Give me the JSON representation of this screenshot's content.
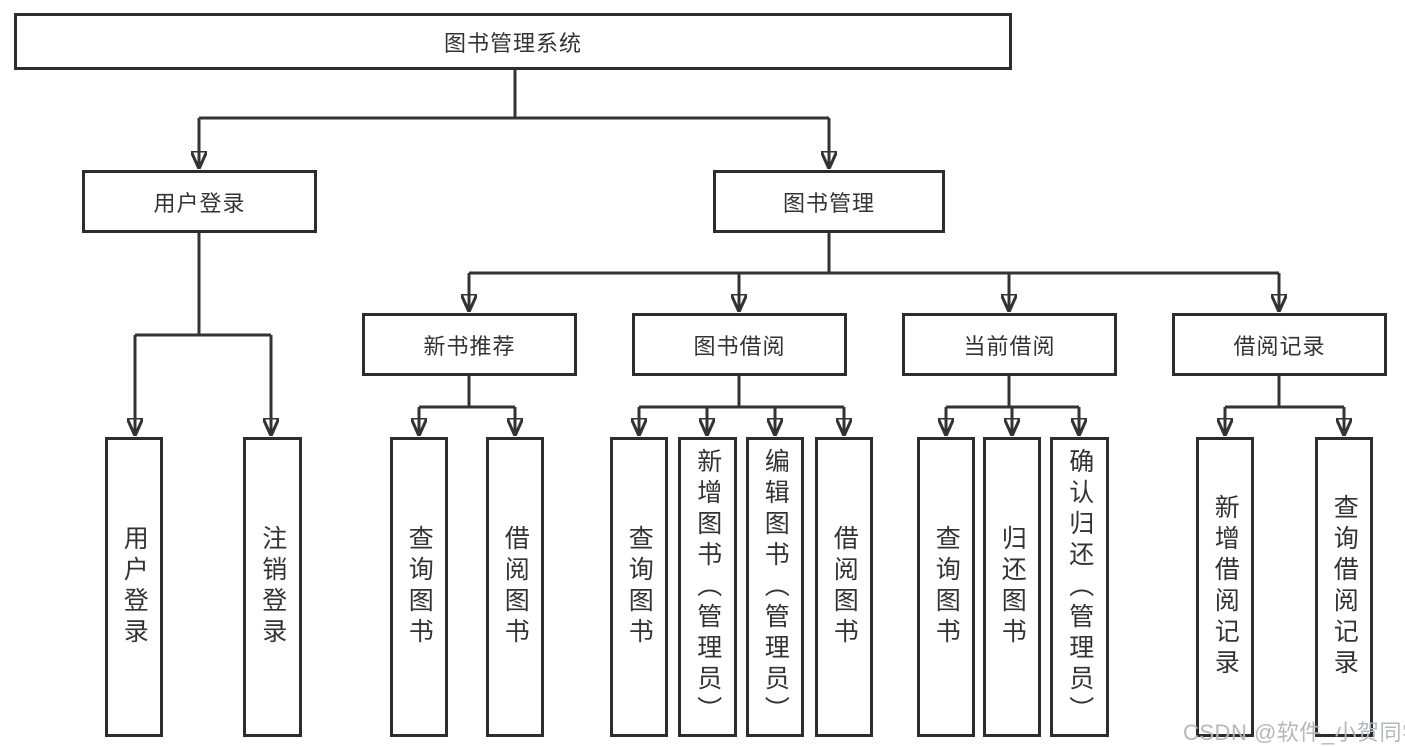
{
  "tree": {
    "label": "图书管理系统",
    "children": [
      {
        "label": "用户登录",
        "children": [
          {
            "label": "用户登录"
          },
          {
            "label": "注销登录"
          }
        ]
      },
      {
        "label": "图书管理",
        "children": [
          {
            "label": "新书推荐",
            "children": [
              {
                "label": "查询图书"
              },
              {
                "label": "借阅图书"
              }
            ]
          },
          {
            "label": "图书借阅",
            "children": [
              {
                "label": "查询图书"
              },
              {
                "label": "新增图书（管理员）"
              },
              {
                "label": "编辑图书（管理员）"
              },
              {
                "label": "借阅图书"
              }
            ]
          },
          {
            "label": "当前借阅",
            "children": [
              {
                "label": "查询图书"
              },
              {
                "label": "归还图书"
              },
              {
                "label": "确认归还（管理员）"
              }
            ]
          },
          {
            "label": "借阅记录",
            "children": [
              {
                "label": "新增借阅记录"
              },
              {
                "label": "查询借阅记录"
              }
            ]
          }
        ]
      }
    ]
  },
  "watermark": {
    "text": "CSDN @软件_小贺同学"
  },
  "colors": {
    "line": "#333333",
    "border": "#2d2d2d",
    "text": "#333333",
    "watermark": "#b4b8bc",
    "bg": "#ffffff"
  }
}
